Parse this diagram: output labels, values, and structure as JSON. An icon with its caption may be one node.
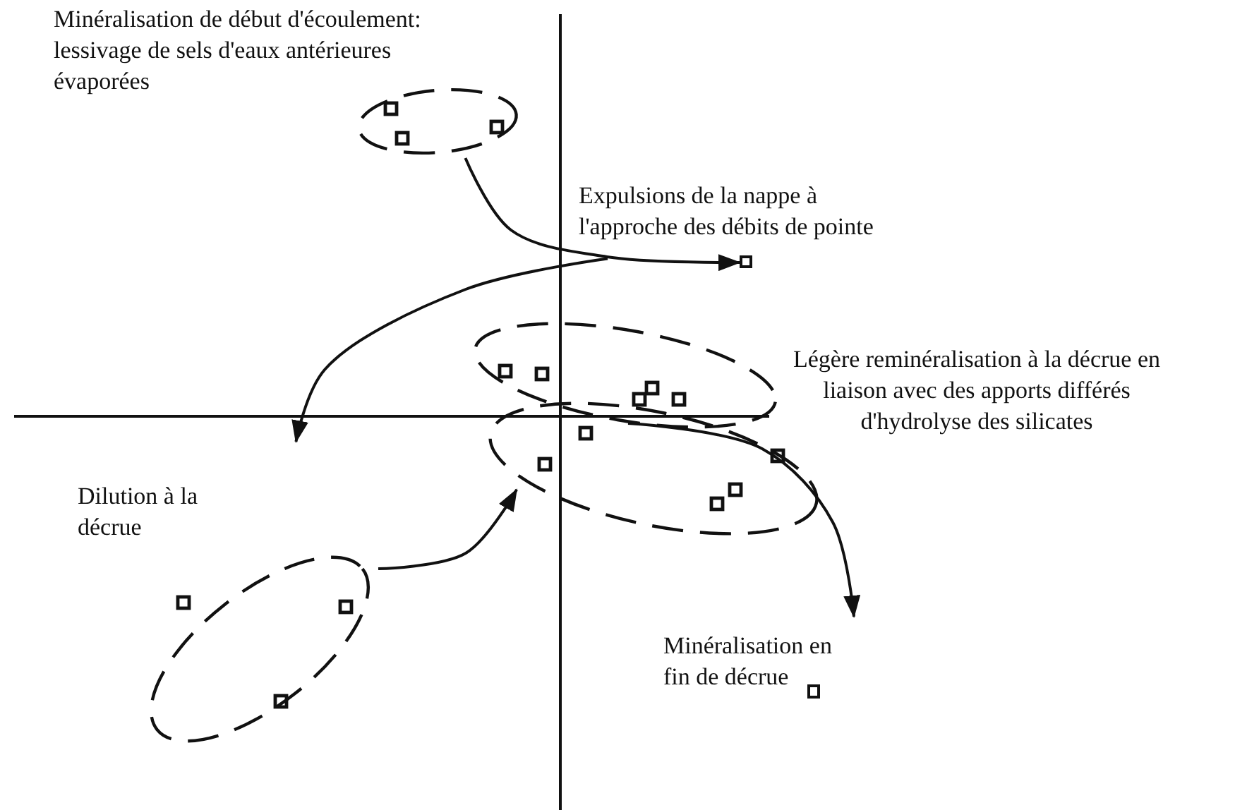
{
  "diagram": {
    "nodes": [
      {
        "text": [
          "Minéralisation de début d'écoulement: lessivage de sels d'eaux antérieures évaporées"
        ]
      },
      {
        "text": [],
        "shape": "ellipse"
      },
      {
        "text": [
          "Expulsions de la nappe à l'approche des débits de pointe"
        ]
      },
      {
        "text": [],
        "shape": "square"
      },
      {
        "text": [],
        "shape": "ellipse"
      },
      {
        "text": [
          "Légère reminéralisation à la décrue en liaison avec des apports différés d'hydrolyse des silicates"
        ]
      },
      {
        "text": [],
        "shape": "ellipse"
      },
      {
        "text": [
          "Dilution à la décrue"
        ]
      },
      {
        "text": [],
        "shape": "ellipse"
      },
      {
        "text": [
          "Minéralisation en fin de décrue"
        ]
      },
      {
        "text": [],
        "shape": "square"
      }
    ],
    "edges": [
      {
        "from": 1,
        "to": 3,
        "arrow": "to"
      },
      {
        "from": 2,
        "to": 7,
        "arrow": "to"
      },
      {
        "from": 8,
        "to": 6,
        "arrow": "to"
      },
      {
        "from": 6,
        "to": 9,
        "arrow": "to"
      }
    ]
  }
}
